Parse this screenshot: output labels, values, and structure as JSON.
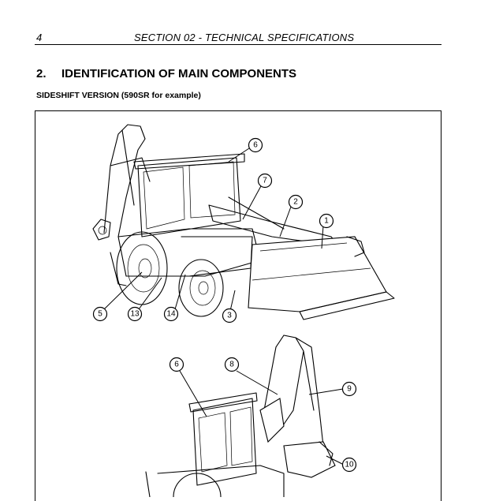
{
  "header": {
    "page_number": "4",
    "section_title": "SECTION 02 - TECHNICAL SPECIFICATIONS"
  },
  "content": {
    "heading_number": "2.",
    "heading_text": "IDENTIFICATION OF MAIN COMPONENTS",
    "subheading": "SIDESHIFT VERSION (590SR for example)"
  },
  "figure": {
    "top_callouts": [
      "1",
      "2",
      "3",
      "5",
      "6",
      "7",
      "13",
      "14"
    ],
    "bottom_callouts": [
      "6",
      "8",
      "9",
      "10"
    ]
  }
}
